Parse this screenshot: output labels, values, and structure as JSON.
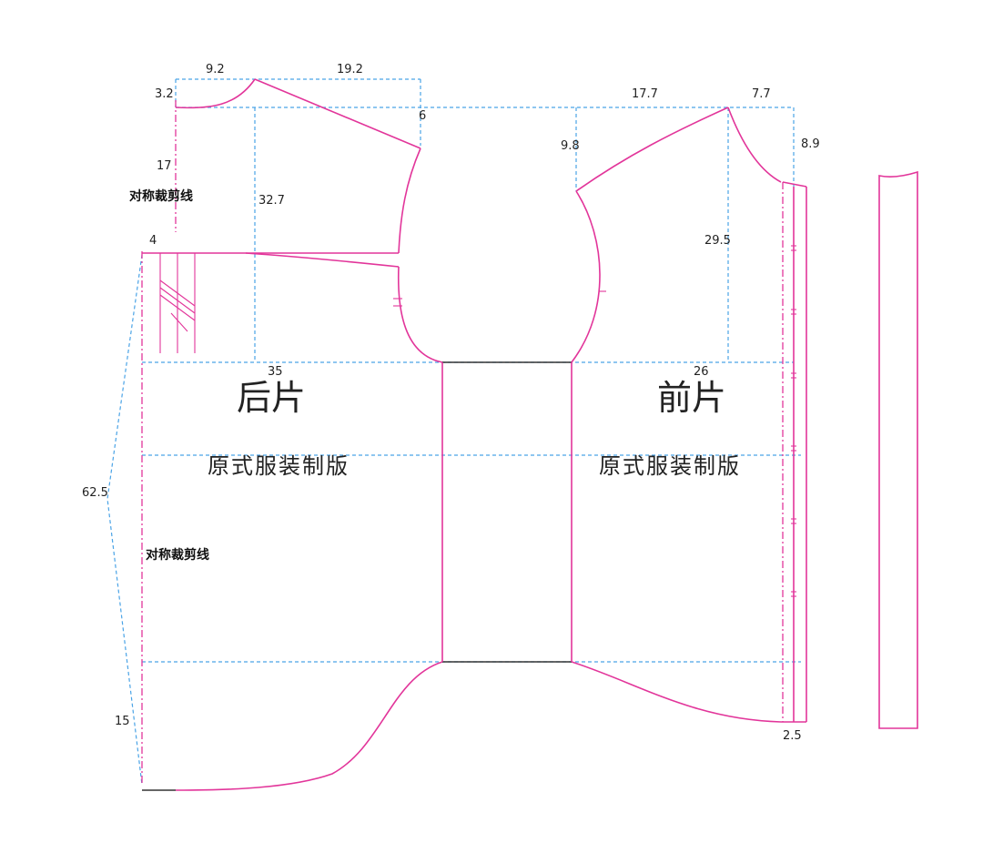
{
  "colors": {
    "pattern_line": "#e2359a",
    "guide_line": "#4aa3e6",
    "edge_line": "#333333"
  },
  "back_piece": {
    "title": "后片",
    "subtitle": "原式服装制版",
    "fold_note_1": "对称裁剪线",
    "fold_note_2": "对称裁剪线"
  },
  "front_piece": {
    "title": "前片",
    "subtitle": "原式服装制版"
  },
  "dimensions": {
    "back_neck_width": "9.2",
    "back_shoulder": "19.2",
    "back_neck_depth": "3.2",
    "shoulder_drop": "6",
    "back_armhole_depth": "17",
    "back_armhole_guide": "32.7",
    "back_offset": "4",
    "back_bust": "35",
    "total_length": "62.5",
    "hem_rise": "15",
    "front_shoulder": "17.7",
    "front_neck_width": "7.7",
    "front_neck_depth": "8.9",
    "front_shoulder_drop": "9.8",
    "front_armhole": "29.5",
    "front_bust": "26",
    "placket_width": "2.5"
  }
}
